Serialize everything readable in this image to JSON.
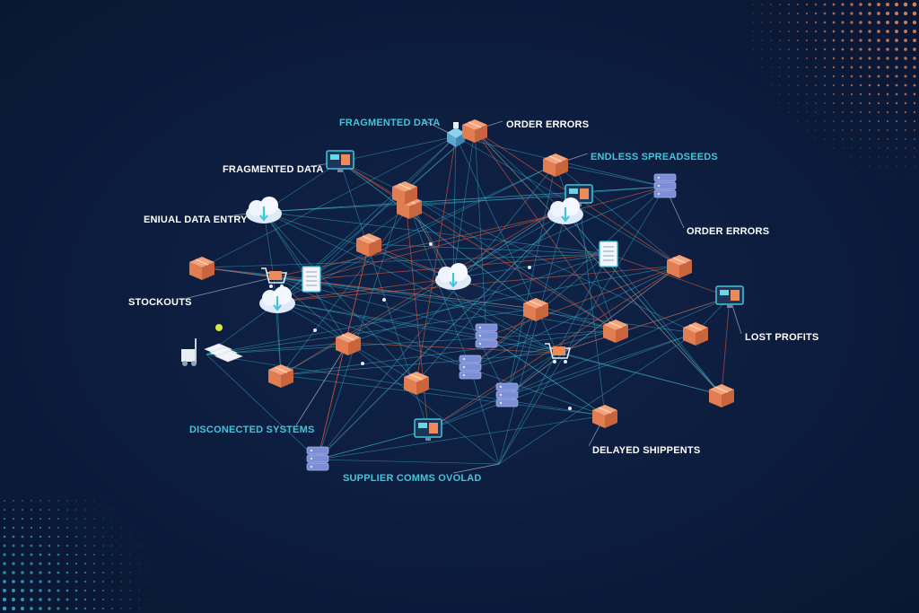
{
  "colors": {
    "background": "#0c1c3d",
    "accent_orange": "#ec8a5c",
    "accent_cyan": "#41c6d9",
    "line_cyan": "#3fb6cf",
    "line_red": "#c9573f",
    "server_purple": "#7c8ed6",
    "text_white": "#ffffff"
  },
  "labels": [
    {
      "id": "fragmented-data-top",
      "text": "FRAGMENTED DATA",
      "color": "cyan"
    },
    {
      "id": "order-errors-top",
      "text": "ORDER ERRORS",
      "color": "white"
    },
    {
      "id": "endless-spreadsheets",
      "text": "ENDLESS SPREADSEEDS",
      "color": "cyan"
    },
    {
      "id": "fragmented-data-left",
      "text": "FRAGMENTED DATA",
      "color": "white"
    },
    {
      "id": "manual-data-entry",
      "text": "ENIUAL DATA ENTRY",
      "color": "white"
    },
    {
      "id": "order-errors-right",
      "text": "ORDER ERRORS",
      "color": "white"
    },
    {
      "id": "stockouts",
      "text": "STOCKOUTS",
      "color": "white"
    },
    {
      "id": "lost-profits",
      "text": "LOST PROFITS",
      "color": "white"
    },
    {
      "id": "disconnected-systems",
      "text": "DISCONECTED SYSTEMS",
      "color": "cyan"
    },
    {
      "id": "delayed-shipments",
      "text": "DELAYED SHIPPENTS",
      "color": "white"
    },
    {
      "id": "supplier-comms",
      "text": "SUPPLIER COMMS OVOLAD",
      "color": "cyan"
    }
  ],
  "nodes": [
    {
      "id": "n1",
      "icon": "warehouse-icon"
    },
    {
      "id": "n2",
      "icon": "box-icon"
    },
    {
      "id": "n3",
      "icon": "monitor-box-icon"
    },
    {
      "id": "n4",
      "icon": "box-icon"
    },
    {
      "id": "n5",
      "icon": "server-icon"
    },
    {
      "id": "n6",
      "icon": "cloud-icon"
    },
    {
      "id": "n7",
      "icon": "box-icon"
    },
    {
      "id": "n8",
      "icon": "box-icon"
    },
    {
      "id": "n9",
      "icon": "monitor-icon"
    },
    {
      "id": "n10",
      "icon": "cloud-icon"
    },
    {
      "id": "n11",
      "icon": "box-icon"
    },
    {
      "id": "n12",
      "icon": "box-icon"
    },
    {
      "id": "n13",
      "icon": "document-icon"
    },
    {
      "id": "n14",
      "icon": "shopping-cart-icon"
    },
    {
      "id": "n15",
      "icon": "box-icon"
    },
    {
      "id": "n16",
      "icon": "cloud-icon"
    },
    {
      "id": "n17",
      "icon": "document-icon"
    },
    {
      "id": "n18",
      "icon": "cloud-icon"
    },
    {
      "id": "n19",
      "icon": "monitor-icon"
    },
    {
      "id": "n20",
      "icon": "box-icon"
    },
    {
      "id": "n21",
      "icon": "server-icon"
    },
    {
      "id": "n22",
      "icon": "forklift-icon"
    },
    {
      "id": "n23",
      "icon": "box-icon"
    },
    {
      "id": "n24",
      "icon": "box-icon"
    },
    {
      "id": "n25",
      "icon": "box-icon"
    },
    {
      "id": "n26",
      "icon": "shopping-cart-icon"
    },
    {
      "id": "n27",
      "icon": "box-icon"
    },
    {
      "id": "n28",
      "icon": "server-icon"
    },
    {
      "id": "n29",
      "icon": "box-icon"
    },
    {
      "id": "n30",
      "icon": "server-icon"
    },
    {
      "id": "n31",
      "icon": "box-icon"
    },
    {
      "id": "n32",
      "icon": "box-icon"
    },
    {
      "id": "n33",
      "icon": "monitor-icon"
    },
    {
      "id": "n34",
      "icon": "server-icon"
    }
  ]
}
